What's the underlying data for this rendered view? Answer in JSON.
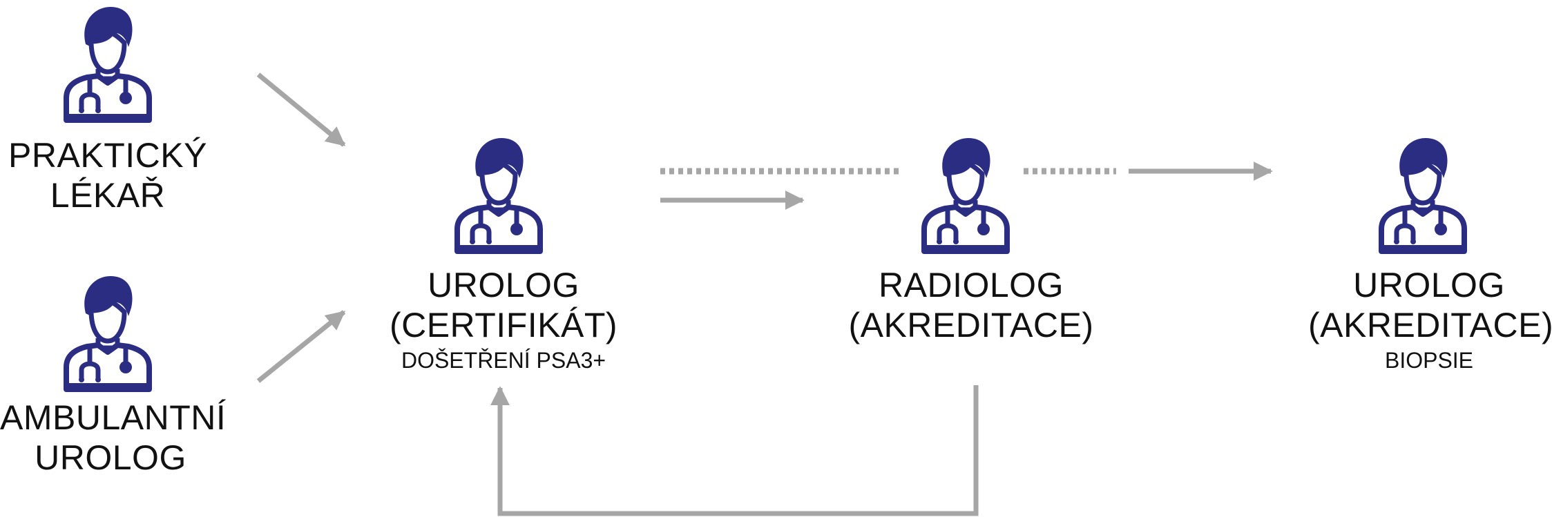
{
  "nodes": {
    "gp": {
      "line1": "PRAKTICKÝ",
      "line2": "LÉKAŘ",
      "icon": "doctor-icon"
    },
    "amb": {
      "line1": "AMBULANTNÍ",
      "line2": "UROLOG",
      "icon": "doctor-icon"
    },
    "uro_cert": {
      "line1": "UROLOG",
      "line2": "(CERTIFIKÁT)",
      "sub": "DOŠETŘENÍ PSA3+",
      "icon": "doctor-icon"
    },
    "radiolog": {
      "line1": "RADIOLOG",
      "line2": "(AKREDITACE)",
      "icon": "doctor-icon"
    },
    "uro_akr": {
      "line1": "UROLOG",
      "line2": "(AKREDITACE)",
      "sub": "BIOPSIE",
      "icon": "doctor-icon"
    }
  },
  "colors": {
    "icon": "#2b2d82",
    "arrow": "#a6a6a6",
    "text": "#111111"
  }
}
